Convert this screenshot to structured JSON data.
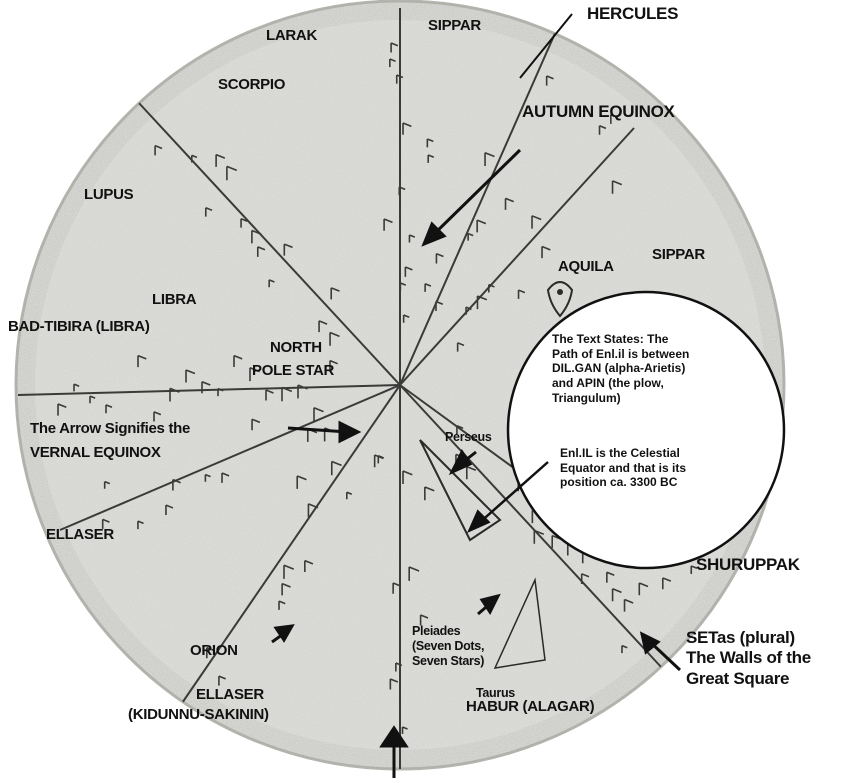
{
  "labels": {
    "hercules": "HERCULES",
    "larak": "LARAK",
    "sippar_top": "SIPPAR",
    "scorpio": "SCORPIO",
    "autumn_equinox": "AUTUMN EQUINOX",
    "lupus": "LUPUS",
    "aquila": "AQUILA",
    "sippar_right": "SIPPAR",
    "libra": "LIBRA",
    "bad_tibira": "BAD-TIBIRA (LIBRA)",
    "north": "NORTH",
    "pole_star": "POLE STAR",
    "arrow_signifies": "The Arrow Signifies the",
    "vernal_equinox": "VERNAL EQUINOX",
    "perseus": "Perseus",
    "ellaser_left": "ELLASER",
    "shuruppak": "SHURUPPAK",
    "orion": "ORION",
    "pleiades_1": "Pleiades",
    "pleiades_2": "(Seven Dots,",
    "pleiades_3": "Seven Stars)",
    "taurus": "Taurus",
    "setas_1": "SETas (plural)",
    "setas_2": "The Walls of the",
    "setas_3": "Great Square",
    "ellaser_bottom": "ELLASER",
    "kidunnu": "(KIDUNNU-SAKININ)",
    "habur": "HABUR (ALAGAR)"
  },
  "note": {
    "line1": "The Text States: The",
    "line2": "Path of Enl.il is between",
    "line3": "DIL.GAN (alpha-Arietis)",
    "line4": "and APIN (the plow,",
    "line5": "Triangulum)",
    "line6": "Enl.IL is the Celestial",
    "line7": "Equator and that is its",
    "line8": "position ca. 3300 BC"
  },
  "colors": {
    "disk": "#d9d9d6",
    "disk_edge": "#a9a9a4",
    "ink": "#111111",
    "engraving": "#3a3a38"
  }
}
